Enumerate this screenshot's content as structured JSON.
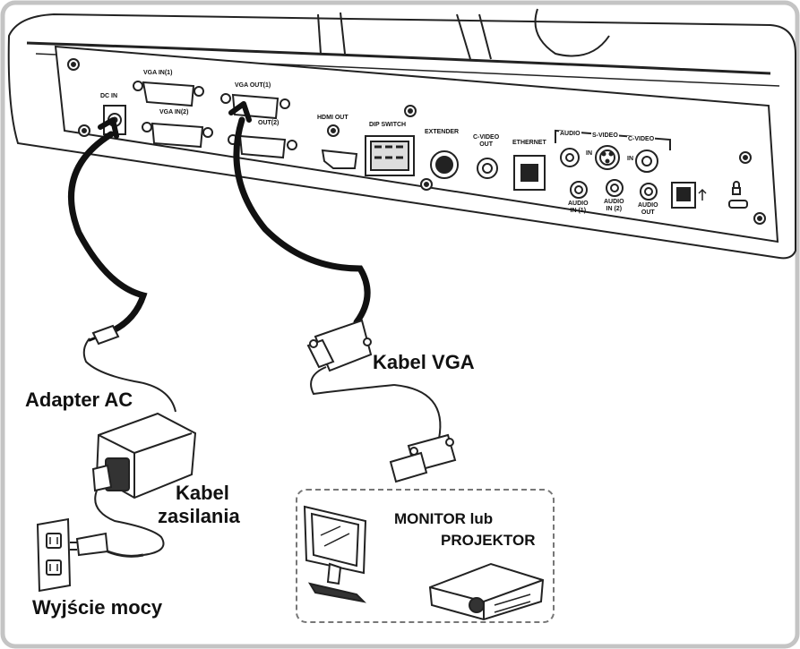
{
  "ports": {
    "dc_in": "DC IN",
    "vga_in_1": "VGA IN(1)",
    "vga_in_2": "VGA IN(2)",
    "vga_out_1": "VGA OUT(1)",
    "vga_out_2": "OUT(2)",
    "hdmi_out": "HDMI OUT",
    "dip_switch": "DIP SWITCH",
    "extender": "EXTENDER",
    "c_video_out_1": "C-VIDEO",
    "c_video_out_2": "OUT",
    "ethernet": "ETHERNET",
    "audio": "AUDIO",
    "s_video": "S-VIDEO",
    "c_video": "C-VIDEO",
    "in_a": "IN",
    "in_b": "IN",
    "audio_in1_a": "AUDIO",
    "audio_in1_b": "IN (1)",
    "audio_in2_a": "AUDIO",
    "audio_in2_b": "IN (2)",
    "audio_out_a": "AUDIO",
    "audio_out_b": "OUT"
  },
  "labels": {
    "ac_adapter": "Adapter AC",
    "vga_cable": "Kabel VGA",
    "power_cable_1": "Kabel",
    "power_cable_2": "zasilania",
    "power_outlet": "Wyjście mocy",
    "monitor_1": "MONITOR lub",
    "monitor_2": "PROJEKTOR"
  },
  "colors": {
    "cable": "#111111",
    "outline": "#222222",
    "panel": "#ffffff",
    "frame": "#bdbdbd"
  }
}
